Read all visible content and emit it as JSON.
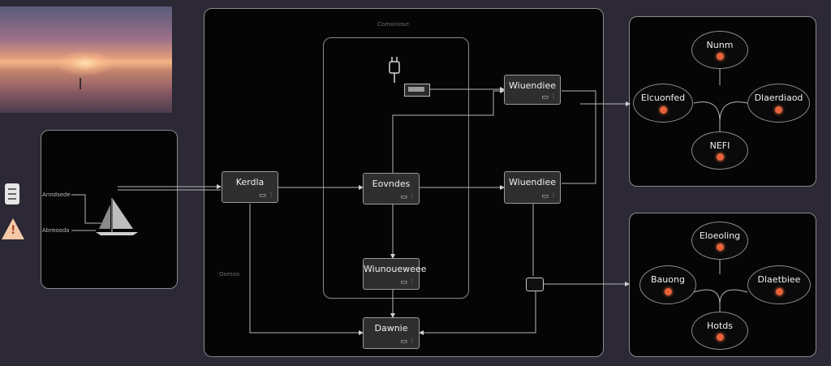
{
  "colors": {
    "background": "#2c2835",
    "panel": "#050505",
    "node": "#2e2e2e",
    "dot": "#e8613a",
    "wire": "#b5b5b5"
  },
  "main_panel": {
    "caption_top": "Comoniose",
    "caption_side": "Oomoo"
  },
  "nodes": {
    "left": {
      "label": "Kerdla",
      "indicator": "▭ ⫶"
    },
    "center": {
      "label": "Eovndes",
      "indicator": "▭ ⫶"
    },
    "top": {
      "label": "Wiuendiee",
      "indicator": "▭ ⫶"
    },
    "mid": {
      "label": "Wiuendiee",
      "indicator": "▭ ⫶"
    },
    "inner": {
      "label": "Wiunoueweee",
      "indicator": "▭ ⫶"
    },
    "bottom": {
      "label": "Dawnie",
      "indicator": "▭ ⫶"
    }
  },
  "right_top": {
    "top": "Nunm",
    "left": "Elcuonfed",
    "right": "Dlaerdiaod",
    "bottom": "NEFI"
  },
  "right_bottom": {
    "top": "Eloeoling",
    "left": "Bauong",
    "right": "Dlaetbiee",
    "bottom": "Hotds"
  },
  "left_labels": {
    "first": "Anndsede",
    "second": "Abreooda"
  },
  "icons": [
    "sunset-thumbnail",
    "sailboat-icon",
    "list-icon",
    "warning-icon",
    "power-plug-icon",
    "socket-icon",
    "connector-icon"
  ]
}
